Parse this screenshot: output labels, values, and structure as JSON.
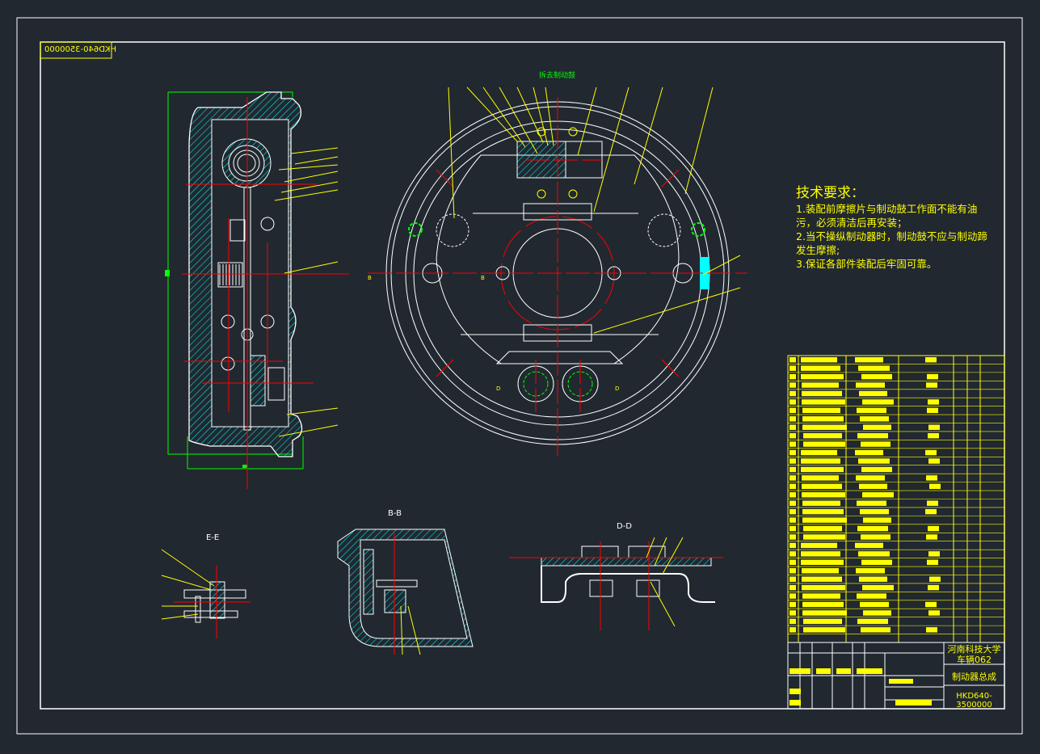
{
  "drawing": {
    "title_block": {
      "school": "河南科技大学",
      "class": "车辆062",
      "drawing_name": "制动器总成",
      "drawing_number": "HKD640-3500000"
    },
    "mirrored_number": "HKD640-3500000",
    "note_drum_removed": "拆去制动鼓",
    "section_labels": {
      "ee": "E-E",
      "bb": "B-B",
      "dd": "D-D",
      "b": "B",
      "d": "D"
    },
    "technical_requirements": {
      "heading": "技术要求：",
      "lines": [
        "1.装配前摩擦片与制动鼓工作面不能有油",
        "污，必须清洁后再安装；",
        "2.当不操纵制动器时，制动鼓不应与制动蹄",
        "发生摩擦;",
        "3.保证各部件装配后牢固可靠。"
      ]
    },
    "colors": {
      "background": "#212830",
      "outline": "#ffffff",
      "text": "#ffff00",
      "center_line": "#ff0000",
      "hatch": "#00ffff",
      "dimension": "#00ff00"
    }
  }
}
